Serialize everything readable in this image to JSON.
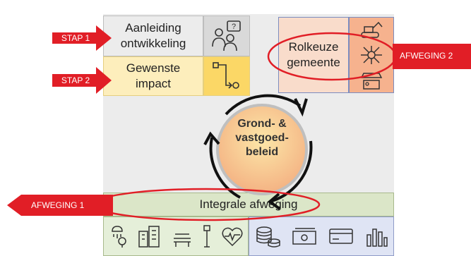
{
  "steps": [
    {
      "label": "STAP 1"
    },
    {
      "label": "STAP 2"
    }
  ],
  "boxes": {
    "aanleiding": "Aanleiding ontwikkeling",
    "impact": "Gewenste impact",
    "rolkeuze": "Rolkeuze gemeente",
    "integraal": "Integrale afweging"
  },
  "center": {
    "lines": [
      "Grond- &",
      "vastgoed-",
      "beleid"
    ]
  },
  "callouts": {
    "afweging1": "AFWEGING 1",
    "afweging2": "AFWEGING 2"
  },
  "icons": {
    "aanleiding": "people-question-icon",
    "impact": "flow-path-icon",
    "rolkeuze": [
      "excavator-icon",
      "network-hands-icon",
      "market-stall-icon"
    ],
    "social": [
      "rain-tree-icon",
      "buildings-icon",
      "park-bench-icon",
      "lamp-icon",
      "heart-pulse-icon"
    ],
    "financial": [
      "coins-icon",
      "banknote-icon",
      "card-icon",
      "bar-chart-icon"
    ]
  },
  "colors": {
    "red": "#e11e26",
    "yellow": "#fbd766",
    "orange": "#f6b28e",
    "green": "#dbe6c8",
    "blue": "#dfe4f4"
  }
}
